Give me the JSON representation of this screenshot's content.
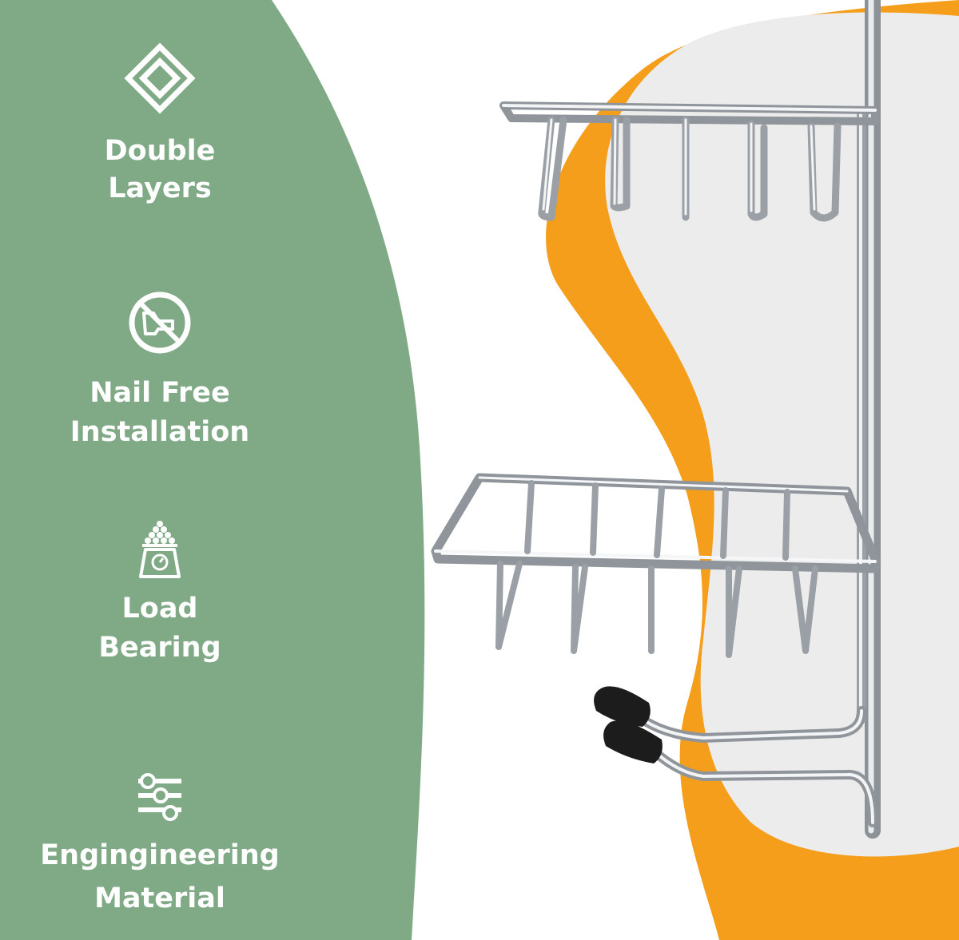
{
  "features": [
    {
      "icon": "double-layers-icon",
      "lines": [
        "Double",
        "Layers"
      ]
    },
    {
      "icon": "no-drill-icon",
      "lines": [
        "Nail Free",
        "Installation"
      ]
    },
    {
      "icon": "load-scale-icon",
      "lines": [
        "Load",
        "Bearing"
      ]
    },
    {
      "icon": "engineering-sliders-icon",
      "lines": [
        "Engingineering",
        "Material"
      ]
    }
  ],
  "colors": {
    "panel": "#80a986",
    "accent_orange": "#f59e1b",
    "blob_grey": "#ececec",
    "chrome": "#c8ccd0",
    "tip": "#1c1c1c",
    "text": "#ffffff"
  }
}
